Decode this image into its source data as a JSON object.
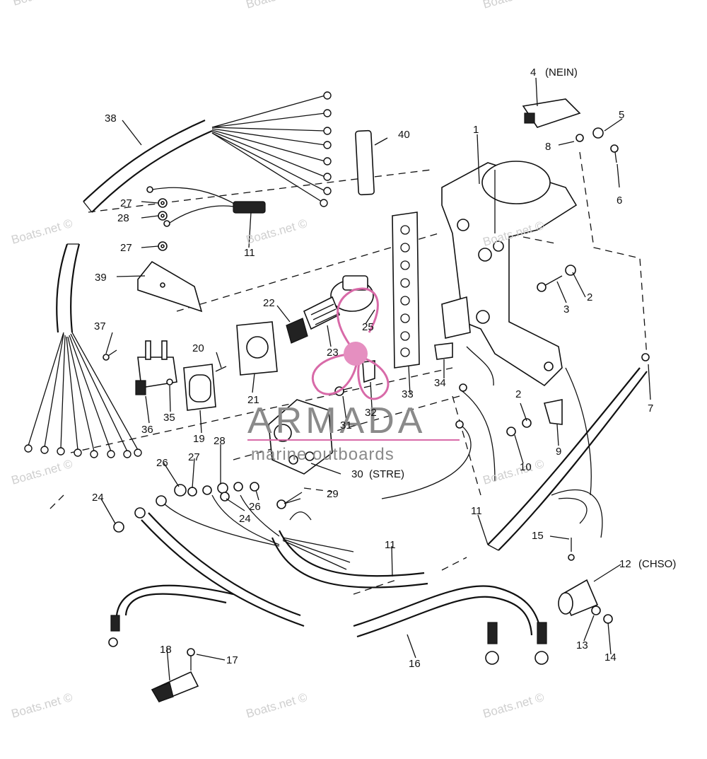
{
  "labels": {
    "p1": "1",
    "p2a": "2",
    "p2b": "2",
    "p3": "3",
    "p4": "4",
    "p4note": "(NEIN)",
    "p5": "5",
    "p6": "6",
    "p7": "7",
    "p8": "8",
    "p9": "9",
    "p10": "10",
    "p11a": "11",
    "p11b": "11",
    "p11c": "11",
    "p12": "12",
    "p12note": "(CHSO)",
    "p13": "13",
    "p14": "14",
    "p15": "15",
    "p16": "16",
    "p17": "17",
    "p18": "18",
    "p19": "19",
    "p20": "20",
    "p21": "21",
    "p22": "22",
    "p23": "23",
    "p24a": "24",
    "p24b": "24",
    "p25": "25",
    "p26a": "26",
    "p26b": "26",
    "p27a": "27",
    "p27b": "27",
    "p27c": "27",
    "p28a": "28",
    "p28b": "28",
    "p29": "29",
    "p30": "30",
    "p30note": "(STRE)",
    "p31": "31",
    "p32": "32",
    "p33": "33",
    "p34": "34",
    "p35": "35",
    "p36": "36",
    "p37": "37",
    "p38": "38",
    "p39": "39",
    "p40": "40"
  },
  "watermarks": {
    "boats": "Boats.net ©",
    "brand": "ARMADA",
    "brand_sub": "marine outboards"
  },
  "colors": {
    "line": "#111111",
    "watermark": "#cfcfcf",
    "brand_text": "#8a8a8a",
    "logo_pink": "#e58fc0",
    "logo_line": "#d86aa8"
  }
}
